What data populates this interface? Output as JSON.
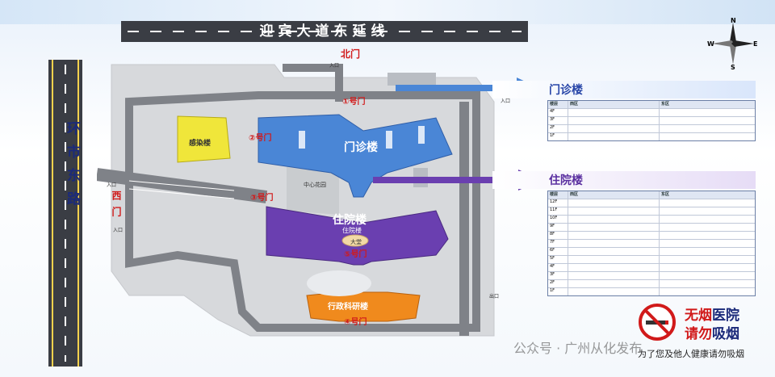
{
  "roads": {
    "north": "迎宾大道东延线",
    "west": "环市东路"
  },
  "gates": {
    "north_gate": "北门",
    "west_gate": "西门",
    "gate1": "①号门",
    "gate2": "②号门",
    "gate3": "③号门",
    "gate4": "④号门",
    "gate5": "⑤号门"
  },
  "buildings": {
    "outpatient": "门诊楼",
    "inpatient": "住院楼",
    "inpatient_sub": "住院楼",
    "infection": "感染楼",
    "admin": "行政科研楼",
    "garden": "中心花园",
    "hall": "大堂"
  },
  "small_labels": {
    "entrance1": "入口",
    "entrance2": "入口",
    "entrance3": "入口",
    "entrance4": "入口",
    "exit_parking": "出口"
  },
  "panels": {
    "outpatient_title": "门诊楼",
    "inpatient_title": "住院楼"
  },
  "outpatient_table": {
    "headers": [
      "楼层",
      "西区",
      "东区"
    ],
    "rows": [
      [
        "4F",
        "",
        ""
      ],
      [
        "3F",
        "",
        ""
      ],
      [
        "2F",
        "",
        ""
      ],
      [
        "1F",
        "",
        ""
      ]
    ]
  },
  "inpatient_table": {
    "headers": [
      "楼层",
      "西区",
      "东区"
    ],
    "rows": [
      [
        "12F",
        "",
        ""
      ],
      [
        "11F",
        "",
        ""
      ],
      [
        "10F",
        "",
        ""
      ],
      [
        "9F",
        "",
        ""
      ],
      [
        "8F",
        "",
        ""
      ],
      [
        "7F",
        "",
        ""
      ],
      [
        "6F",
        "",
        ""
      ],
      [
        "5F",
        "",
        ""
      ],
      [
        "4F",
        "",
        ""
      ],
      [
        "3F",
        "",
        ""
      ],
      [
        "2F",
        "",
        ""
      ],
      [
        "1F",
        "",
        ""
      ]
    ]
  },
  "compass": {
    "n": "N",
    "s": "S",
    "e": "E",
    "w": "W"
  },
  "no_smoking": {
    "line1a": "无烟",
    "line1b": "医院",
    "line2a": "请勿",
    "line2b": "吸烟",
    "sub": "为了您及他人健康请勿吸烟"
  },
  "watermark": "公众号 · 广州从化发布",
  "colors": {
    "outpatient": "#4a86d6",
    "inpatient": "#6a3fb0",
    "infection": "#f0e63a",
    "admin": "#f08a1d",
    "road": "#3a3d44",
    "accent_red": "#d11a1a"
  }
}
